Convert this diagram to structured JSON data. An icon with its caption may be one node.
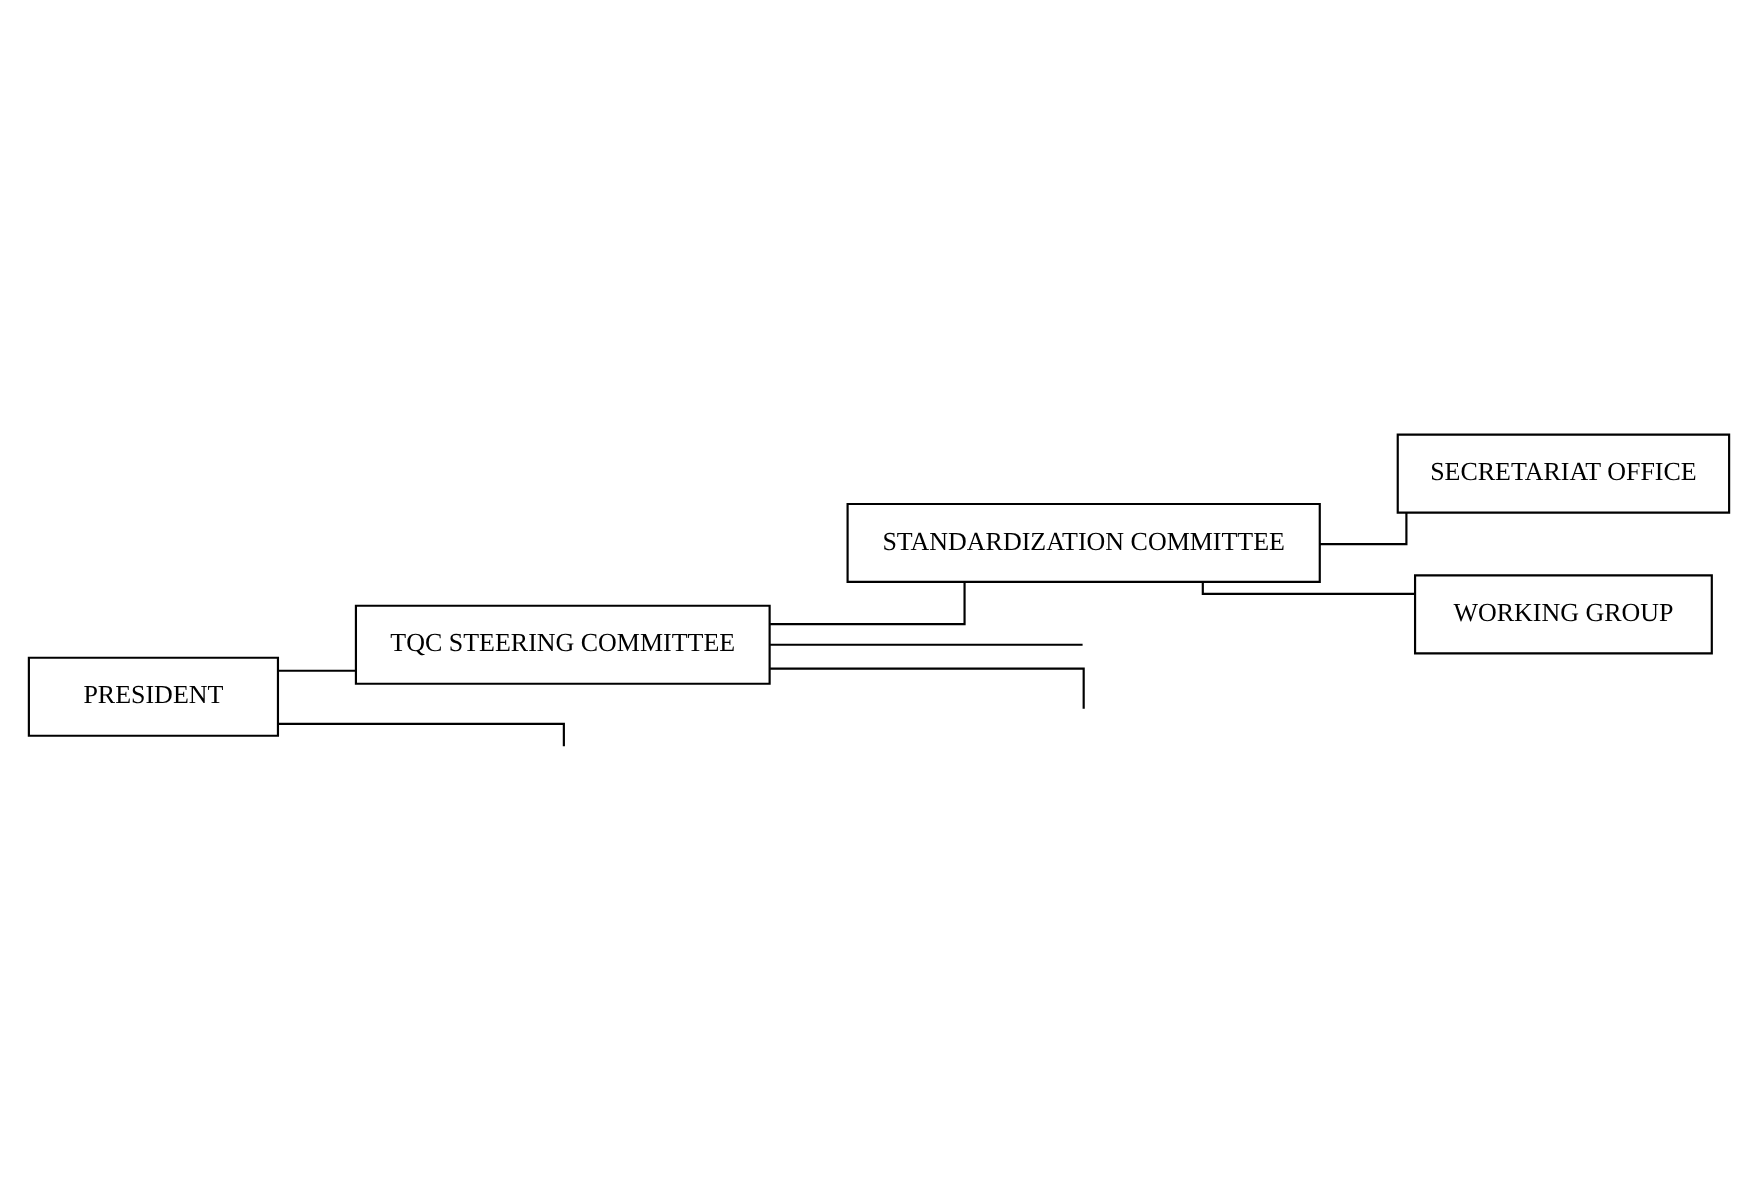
{
  "diagram": {
    "nodes": [
      {
        "text": [
          "PRESIDENT"
        ]
      },
      {
        "text": [
          "TQC STEERING COMMITTEE"
        ]
      },
      {
        "text": [
          "STANDARDIZATION COMMITTEE"
        ]
      },
      {
        "text": [
          "SECRETARIAT OFFICE"
        ]
      },
      {
        "text": [
          "WORKING GROUP"
        ]
      }
    ],
    "edges": [
      {
        "from": 0,
        "to": 1,
        "arrow": "none"
      },
      {
        "from": 1,
        "to": 2,
        "arrow": "none"
      },
      {
        "from": 1,
        "to": null,
        "arrow": "none"
      },
      {
        "from": 1,
        "to": null,
        "arrow": "none"
      },
      {
        "from": 2,
        "to": 3,
        "arrow": "none"
      },
      {
        "from": 2,
        "to": 4,
        "arrow": "none"
      },
      {
        "from": 0,
        "to": null,
        "arrow": "none"
      }
    ]
  }
}
